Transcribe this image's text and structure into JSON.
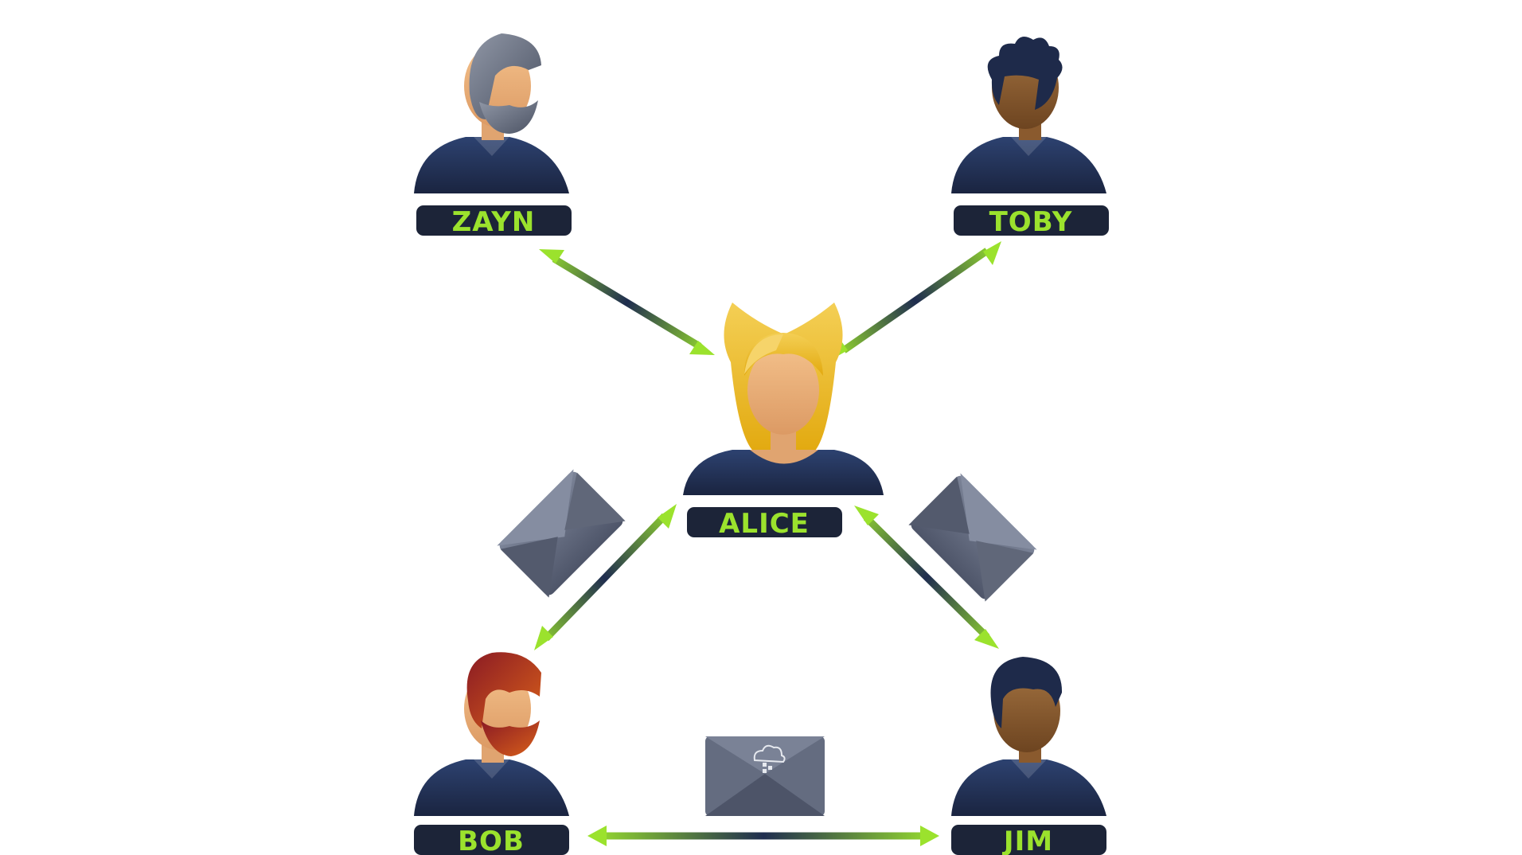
{
  "people": [
    {
      "id": "zayn",
      "name": "ZAYN",
      "hair": "gray-bearded"
    },
    {
      "id": "toby",
      "name": "TOBY",
      "hair": "dark-spiky"
    },
    {
      "id": "alice",
      "name": "ALICE",
      "hair": "blonde-long"
    },
    {
      "id": "bob",
      "name": "BOB",
      "hair": "red-bearded"
    },
    {
      "id": "jim",
      "name": "JIM",
      "hair": "dark-short"
    }
  ],
  "connections": [
    {
      "from": "zayn",
      "to": "alice",
      "style": "double-arrow"
    },
    {
      "from": "toby",
      "to": "alice",
      "style": "double-arrow"
    },
    {
      "from": "alice",
      "to": "bob",
      "style": "double-arrow"
    },
    {
      "from": "alice",
      "to": "jim",
      "style": "double-arrow"
    },
    {
      "from": "bob",
      "to": "jim",
      "style": "double-arrow"
    }
  ],
  "envelopes": [
    {
      "id": "left",
      "icon": "envelope-icon"
    },
    {
      "id": "right",
      "icon": "envelope-icon"
    },
    {
      "id": "bottom",
      "icon": "envelope-cloud-icon"
    }
  ],
  "colors": {
    "label_bg": "#1c2438",
    "label_text": "#9be22d",
    "arrow_green": "#9be22d",
    "arrow_navy": "#1f2d4f",
    "shirt": "#1f2d4f",
    "envelope": "#5c6478"
  }
}
